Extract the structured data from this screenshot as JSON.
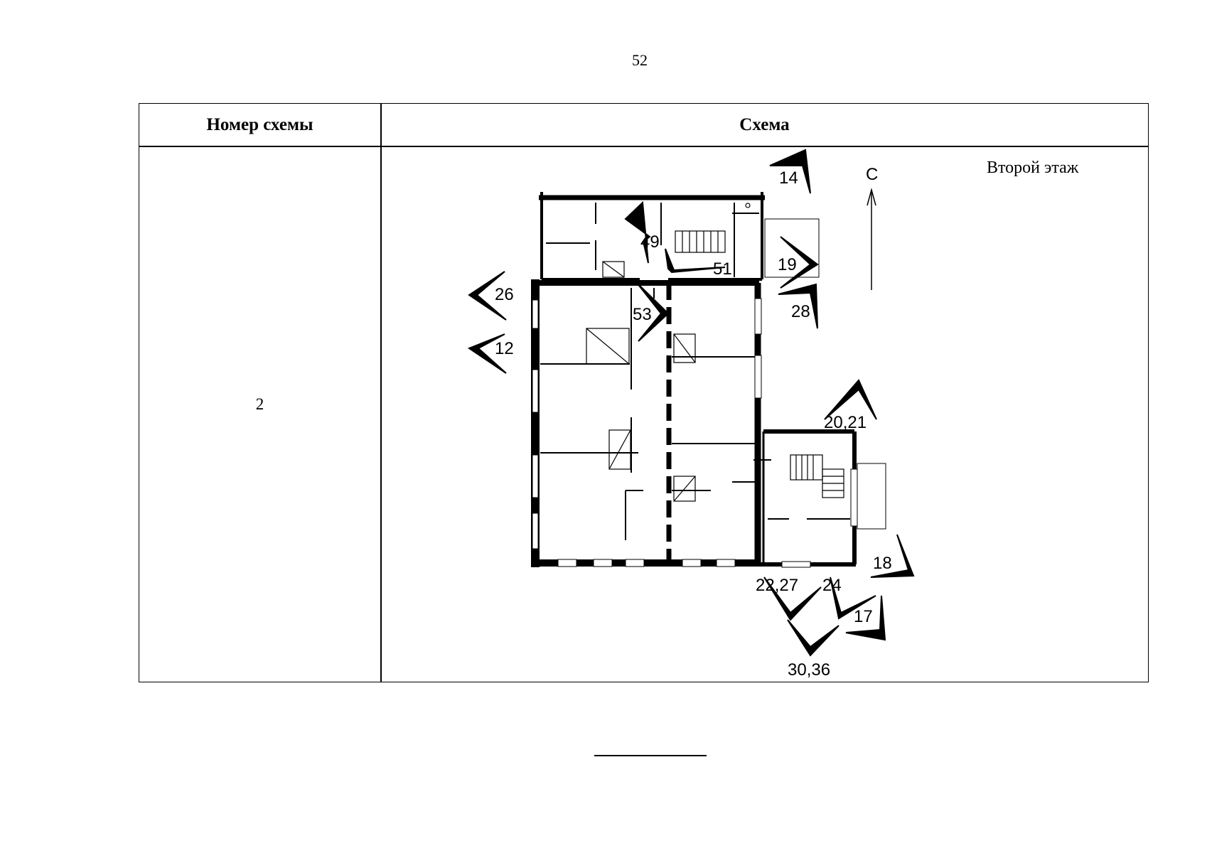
{
  "page": {
    "number": "52"
  },
  "table": {
    "headers": {
      "scheme_number": "Номер схемы",
      "scheme": "Схема"
    },
    "rows": [
      {
        "scheme_number": "2"
      }
    ]
  },
  "plan": {
    "floor_label": "Второй этаж",
    "north_label": "С",
    "view_markers": [
      "14",
      "49",
      "51",
      "19",
      "26",
      "28",
      "53",
      "12",
      "20,21",
      "18",
      "22,27",
      "24",
      "17",
      "30,36"
    ]
  }
}
